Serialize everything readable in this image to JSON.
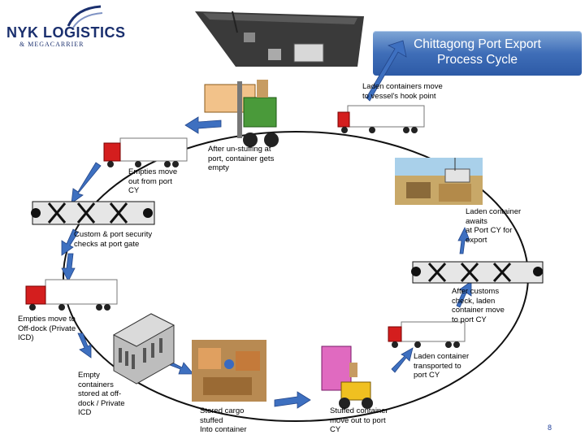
{
  "title": {
    "line1": "Chittagong Port Export",
    "line2": "Process Cycle"
  },
  "logo": {
    "main": "NYK LOGISTICS",
    "sub": "& MEGACARRIER"
  },
  "labels": {
    "laden_to_hook": "Laden containers move\nto vessel's hook point",
    "after_unstuffing": "After un-stuffing at\nport, container gets\nempty",
    "empties_out": "Empties move\nout from port\nCY",
    "laden_awaits": "Laden container\nawaits\n at Port CY for\nexport",
    "custom_security": "Custom & port security\nchecks at port gate",
    "after_customs": "After customs\ncheck, laden\ncontainer move\nto port CY",
    "empties_offdock": "Empties move to\nOff-dock (Private\nICD)",
    "laden_transported": "Laden container\ntransported to\nport CY",
    "empty_stored": "Empty\ncontainers\nstored at off-\ndock / Private\nICD",
    "stored_cargo": "Stored cargo\nstuffed\nInto container",
    "stuffed_moveout": "Stuffed container\nmove out to port\nCY"
  },
  "page_number": "8",
  "colors": {
    "arrow": "#3e70c0",
    "ring": "#111111",
    "title_bg": "#3f6eb8",
    "truck_cab": "#d41e1e"
  },
  "icons": [
    "ship-icon",
    "forklift-icon",
    "crane-icon",
    "gate-icon",
    "truck-icon",
    "warehouse-icon",
    "worker-icon"
  ]
}
